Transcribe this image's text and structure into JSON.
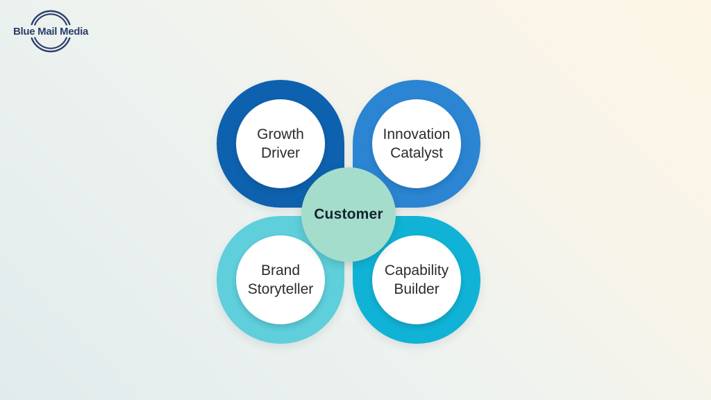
{
  "logo": {
    "text": "Blue Mail Media",
    "color": "#2c3e6b"
  },
  "diagram": {
    "center": {
      "label": "Customer",
      "color": "#a5ddcd"
    },
    "petals": [
      {
        "id": "growth-driver",
        "label": "Growth Driver",
        "color": "#0e61ae",
        "position": "top-left"
      },
      {
        "id": "innovation-catalyst",
        "label": "Innovation Catalyst",
        "color": "#2b85d2",
        "position": "top-right"
      },
      {
        "id": "brand-storyteller",
        "label": "Brand Storyteller",
        "color": "#5ecfdb",
        "position": "bottom-left"
      },
      {
        "id": "capability-builder",
        "label": "Capability Builder",
        "color": "#10b3d6",
        "position": "bottom-right"
      }
    ]
  },
  "colors": {
    "background_start": "#e1ebec",
    "background_end": "#fdf6e6",
    "petal_inner": "#ffffff",
    "label_text": "#2b2b2b",
    "center_text": "#14242c"
  }
}
